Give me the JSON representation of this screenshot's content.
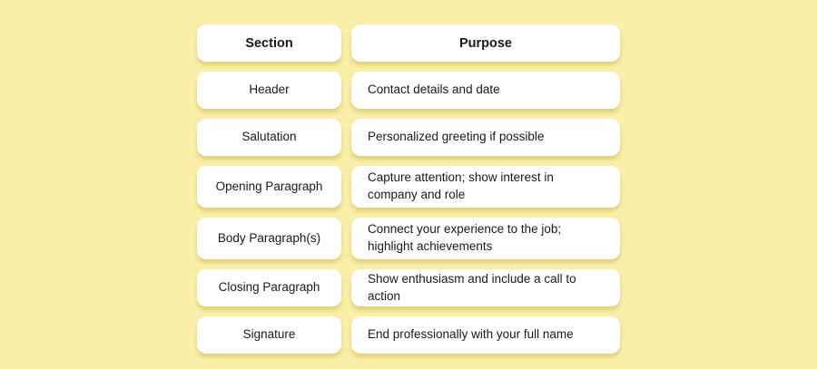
{
  "theme": {
    "background_color": "#F9EFA8",
    "card_color": "#FFFFFF",
    "text_color": "#1A1A1A"
  },
  "table": {
    "headers": {
      "section": "Section",
      "purpose": "Purpose"
    },
    "rows": [
      {
        "section": "Header",
        "purpose": "Contact details and date"
      },
      {
        "section": "Salutation",
        "purpose": "Personalized greeting if possible"
      },
      {
        "section": "Opening Paragraph",
        "purpose": "Capture attention; show interest in company and role"
      },
      {
        "section": "Body Paragraph(s)",
        "purpose": "Connect your experience to the job; highlight achievements"
      },
      {
        "section": "Closing Paragraph",
        "purpose": "Show enthusiasm and include a call to action"
      },
      {
        "section": "Signature",
        "purpose": "End professionally with your full name"
      }
    ]
  }
}
